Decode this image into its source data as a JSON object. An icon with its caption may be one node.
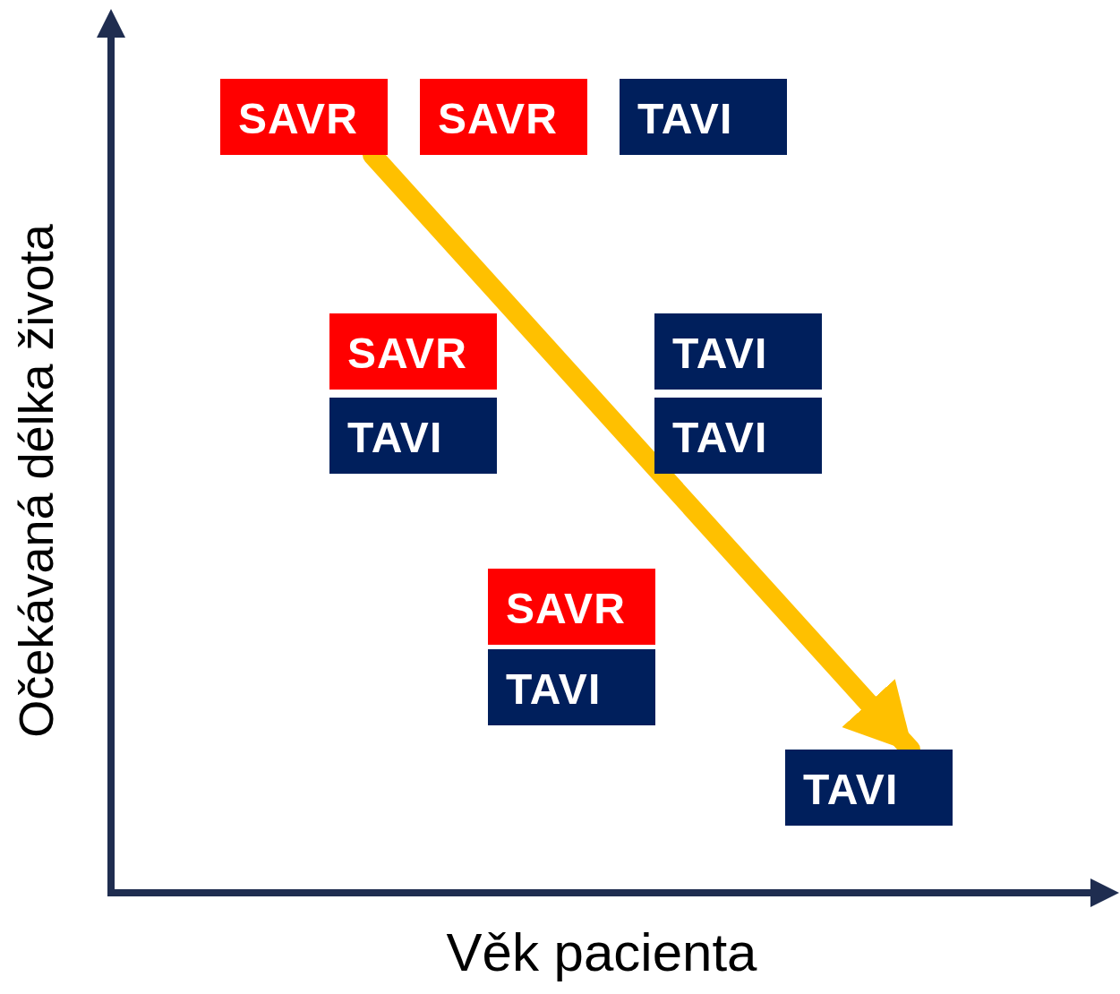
{
  "diagram": {
    "nodes": [
      {
        "text": [
          "SAVR"
        ]
      },
      {
        "text": [
          "SAVR"
        ]
      },
      {
        "text": [
          "TAVI"
        ]
      },
      {
        "text": [
          "SAVR"
        ]
      },
      {
        "text": [
          "TAVI"
        ]
      },
      {
        "text": [
          "TAVI"
        ]
      },
      {
        "text": [
          "TAVI"
        ]
      },
      {
        "text": [
          "SAVR"
        ]
      },
      {
        "text": [
          "TAVI"
        ]
      },
      {
        "text": [
          "TAVI"
        ]
      }
    ],
    "edges": [
      {
        "from": 0,
        "to": 9,
        "arrow": "to",
        "color": "#ffc000"
      }
    ],
    "labels": [
      "Očekávaná délka života",
      "Věk pacienta"
    ]
  }
}
